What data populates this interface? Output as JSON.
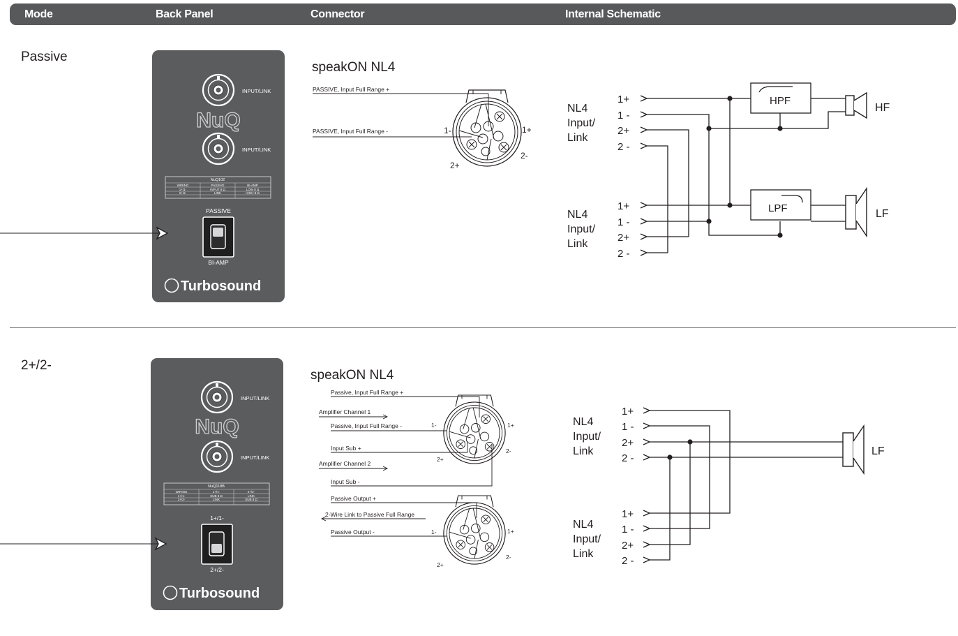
{
  "header": {
    "columns": [
      "Mode",
      "Back Panel",
      "Connector",
      "Internal Schematic"
    ]
  },
  "rows": [
    {
      "mode": "Passive",
      "panel": {
        "connector_labels": [
          "INPUT/LINK",
          "INPUT/LINK"
        ],
        "logo_text": "NuQ",
        "table_title": "NuQ102",
        "table_rows": [
          [
            "WIRING",
            "PASSIVE",
            "BI-AMP"
          ],
          [
            "1+/1-",
            "INPUT 8 Ω",
            "LOW 8 Ω"
          ],
          [
            "2+/2-",
            "LINK",
            "HIGH 8 Ω"
          ]
        ],
        "switch_top_label": "PASSIVE",
        "switch_bottom_label": "BI-AMP",
        "brand": "Turbosound"
      },
      "connector": {
        "title": "speakON NL4",
        "wires": [
          "PASSIVE, Input Full Range +",
          "PASSIVE, Input Full Range -"
        ],
        "pins": [
          "1-",
          "1+",
          "2+",
          "2-"
        ]
      },
      "schematic": {
        "input_groups": [
          {
            "label_lines": [
              "NL4",
              "Input/",
              "Link"
            ],
            "pins": [
              "1+",
              "1 -",
              "2+",
              "2 -"
            ]
          },
          {
            "label_lines": [
              "NL4",
              "Input/",
              "Link"
            ],
            "pins": [
              "1+",
              "1 -",
              "2+",
              "2 -"
            ]
          }
        ],
        "filters": [
          "HPF",
          "LPF"
        ],
        "drivers": [
          "HF",
          "LF"
        ]
      }
    },
    {
      "mode": "2+/2-",
      "panel": {
        "connector_labels": [
          "INPUT/LINK",
          "INPUT/LINK"
        ],
        "logo_text": "NuQ",
        "table_title": "NuQ118B",
        "table_rows": [
          [
            "WIRING",
            "1+/1-",
            "2+/2-"
          ],
          [
            "1+/1-",
            "SUB 8 Ω",
            "LINK"
          ],
          [
            "2+/2-",
            "LINK",
            "SUB 8 Ω"
          ]
        ],
        "switch_top_label": "1+/1-",
        "switch_bottom_label": "2+/2-",
        "brand": "Turbosound"
      },
      "connector": {
        "title": "speakON NL4",
        "wires_top": [
          "Passive, Input Full Range +",
          "Amplifier Channel 1",
          "Passive, Input Full Range -",
          "Input Sub +",
          "Amplifier Channel 2",
          "Input Sub -"
        ],
        "wires_bottom": [
          "Passive Output +",
          "2-Wire Link to Passive Full Range",
          "Passive Output -"
        ],
        "pins": [
          "1-",
          "1+",
          "2+",
          "2-"
        ]
      },
      "schematic": {
        "input_groups": [
          {
            "label_lines": [
              "NL4",
              "Input/",
              "Link"
            ],
            "pins": [
              "1+",
              "1 -",
              "2+",
              "2 -"
            ]
          },
          {
            "label_lines": [
              "NL4",
              "Input/",
              "Link"
            ],
            "pins": [
              "1+",
              "1 -",
              "2+",
              "2 -"
            ]
          }
        ],
        "drivers": [
          "LF"
        ]
      }
    }
  ]
}
